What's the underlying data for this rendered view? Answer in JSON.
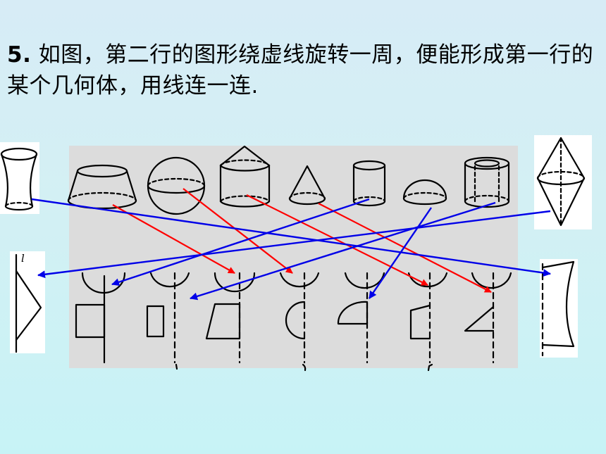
{
  "question": {
    "number": "5.",
    "text": "如图，第二行的图形绕虚线旋转一周，便能形成第一行的某个几何体，用线连一连."
  },
  "axis_label": "l",
  "colors": {
    "red_arrow": "#ff0000",
    "blue_arrow": "#0000e8",
    "sketch_line": "#000000",
    "panel": "#dcdcdc"
  }
}
